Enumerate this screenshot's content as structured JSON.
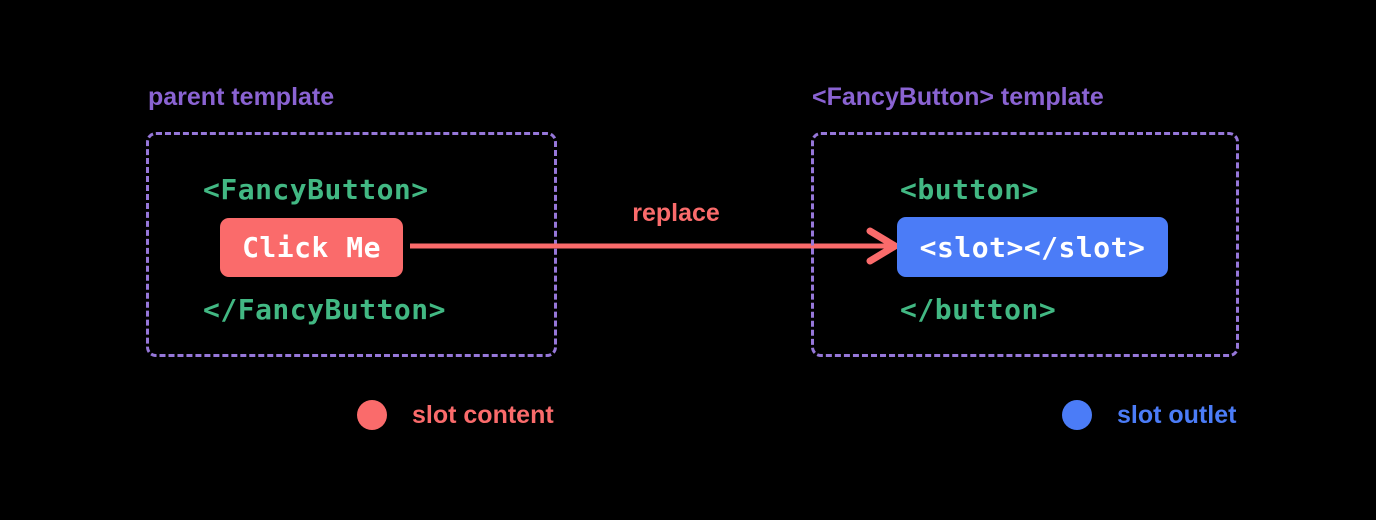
{
  "diagram": {
    "title_semantic": "vue-slots-replace-diagram",
    "colors": {
      "background": "#000000",
      "slot_content_red": "#fa6b6b",
      "slot_outlet_blue": "#4b7cf7",
      "label_purple": "#8a63d2",
      "border_purple": "#9677d9",
      "code_green": "#42b883",
      "chip_text_white": "#ffffff"
    },
    "left_panel": {
      "label": "parent template",
      "code_open": "<FancyButton>",
      "slot_content_chip": "Click Me",
      "code_close": "</FancyButton>"
    },
    "arrow": {
      "label": "replace",
      "direction": "left-to-right"
    },
    "right_panel": {
      "label": "<FancyButton> template",
      "code_open": "<button>",
      "slot_outlet_chip": "<slot></slot>",
      "code_close": "</button>"
    },
    "legend": [
      {
        "label": "slot content",
        "color": "#fa6b6b"
      },
      {
        "label": "slot outlet",
        "color": "#4b7cf7"
      }
    ]
  }
}
